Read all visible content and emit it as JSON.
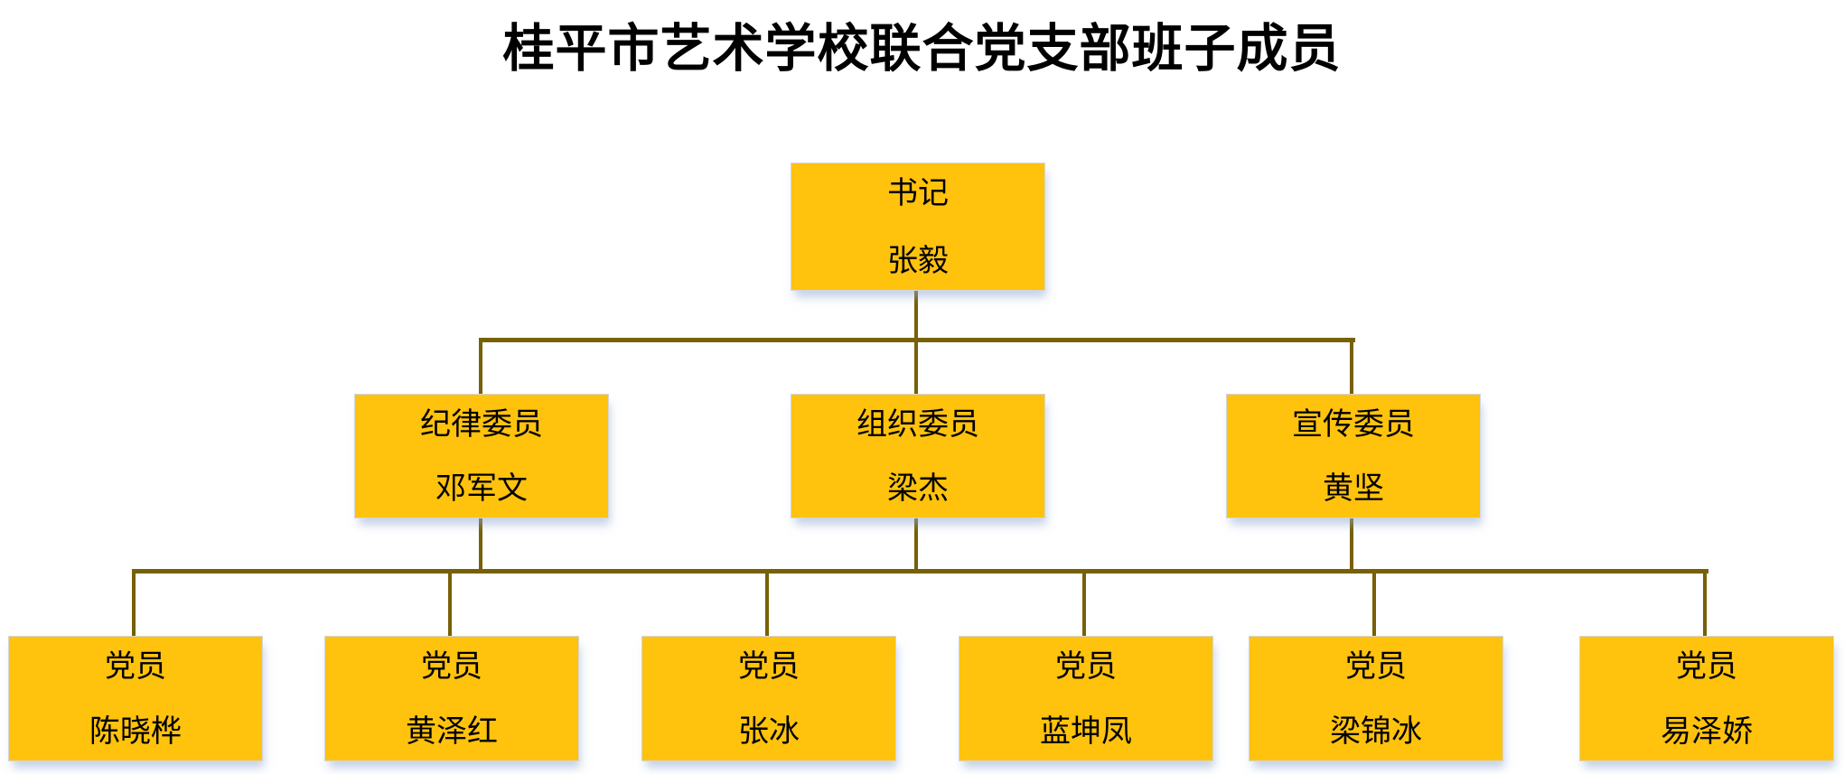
{
  "title": "桂平市艺术学校联合党支部班子成员",
  "colors": {
    "box_fill": "#FFC20D",
    "connector_line": "#776005",
    "text": "#000000",
    "background": "#FFFFFF",
    "shadow_tint": "#91AAD2"
  },
  "org": {
    "root": {
      "role": "书记",
      "name": "张毅"
    },
    "committee": [
      {
        "role": "纪律委员",
        "name": "邓军文"
      },
      {
        "role": "组织委员",
        "name": "梁杰"
      },
      {
        "role": "宣传委员",
        "name": "黄坚"
      }
    ],
    "members": [
      {
        "role": "党员",
        "name": "陈晓桦"
      },
      {
        "role": "党员",
        "name": "黄泽红"
      },
      {
        "role": "党员",
        "name": "张冰"
      },
      {
        "role": "党员",
        "name": "蓝坤凤"
      },
      {
        "role": "党员",
        "name": "梁锦冰"
      },
      {
        "role": "党员",
        "name": "易泽娇"
      }
    ]
  }
}
